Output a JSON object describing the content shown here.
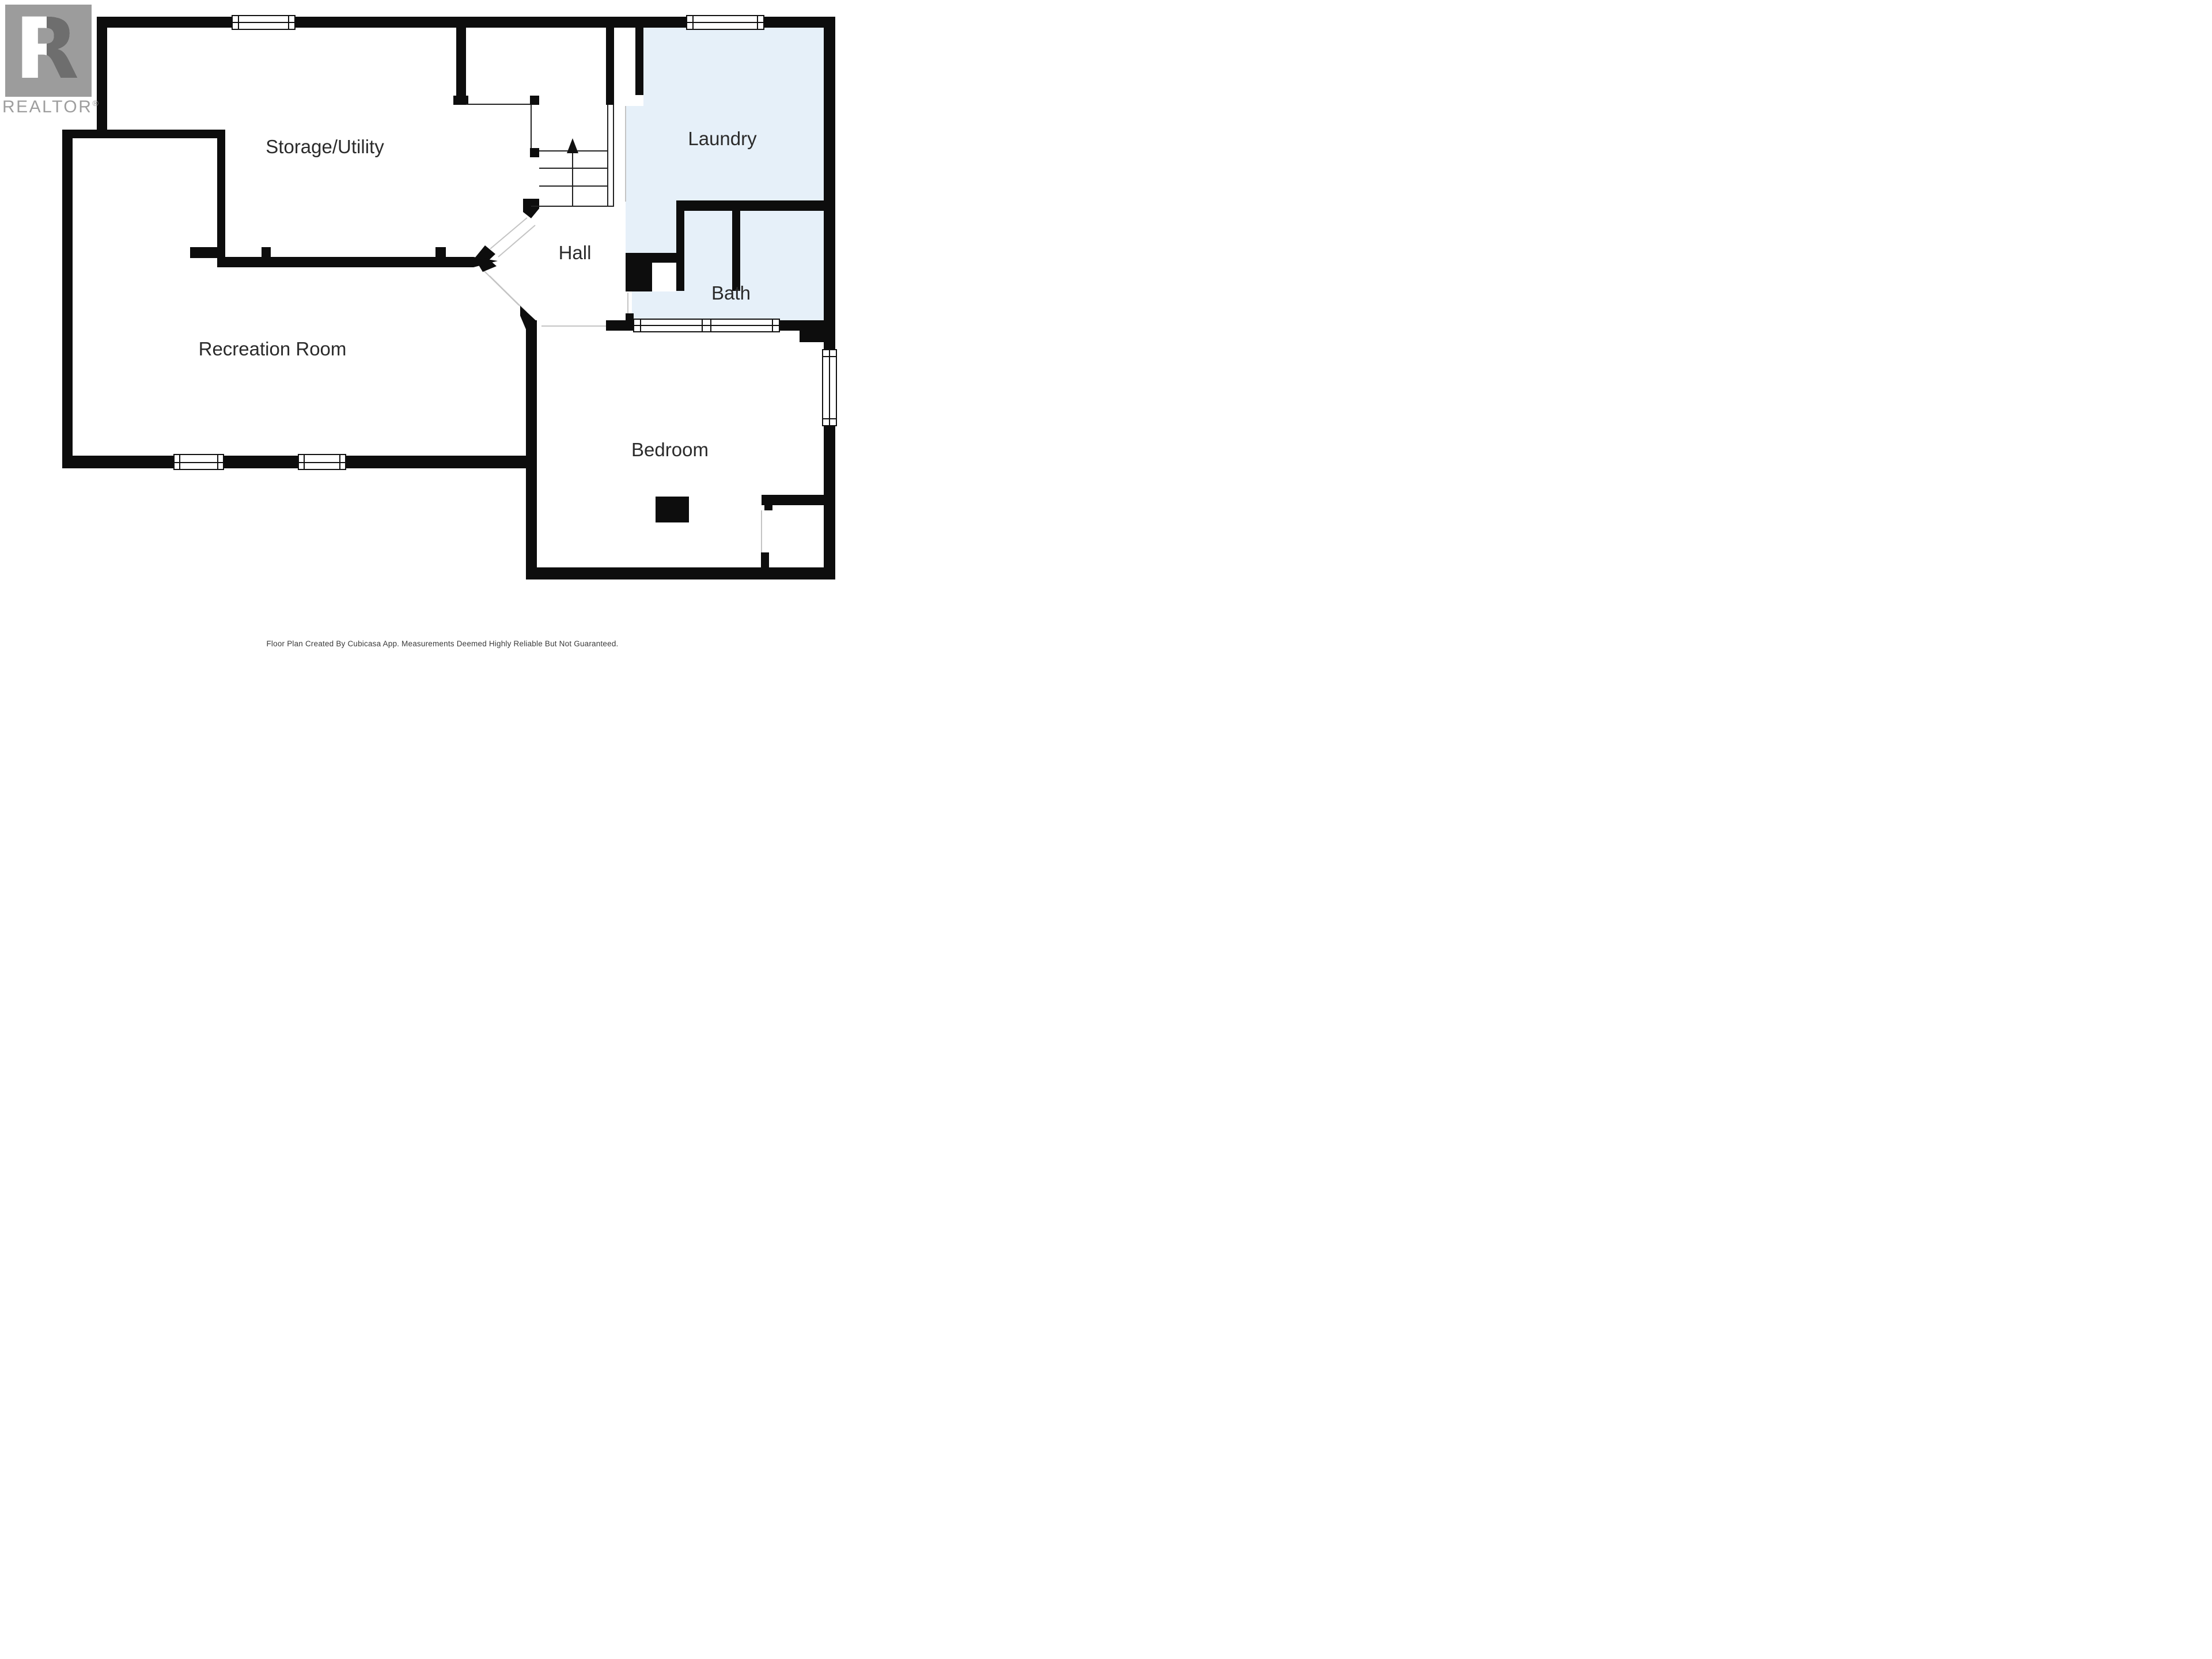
{
  "branding": {
    "logo_letter": "R",
    "logo_text": "REALTOR",
    "logo_reg": "®",
    "logo_gray": "#9c9c9c",
    "logo_dark_gray": "#6e6e6e"
  },
  "floorplan": {
    "wall_color": "#0d0d0d",
    "wet_room_fill": "#e6f0f9",
    "opening_line_color": "#c4c4c4",
    "rooms": [
      {
        "id": "storage-utility",
        "label": "Storage/Utility"
      },
      {
        "id": "laundry",
        "label": "Laundry"
      },
      {
        "id": "hall",
        "label": "Hall"
      },
      {
        "id": "bath",
        "label": "Bath"
      },
      {
        "id": "recreation-room",
        "label": "Recreation Room"
      },
      {
        "id": "bedroom",
        "label": "Bedroom"
      }
    ],
    "stairs": {
      "direction": "up",
      "treads": 4
    }
  },
  "footer": {
    "disclaimer": "Floor Plan Created By Cubicasa App. Measurements Deemed Highly Reliable But Not Guaranteed."
  }
}
